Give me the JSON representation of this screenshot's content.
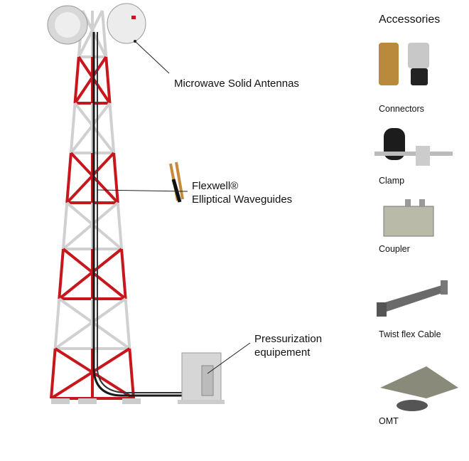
{
  "labels": {
    "antennas": "Microwave Solid Antennas",
    "waveguides_1": "Flexwell®",
    "waveguides_2": "Elliptical Waveguides",
    "pressurization_1": "Pressurization",
    "pressurization_2": "equipement"
  },
  "accessories": {
    "title": "Accessories",
    "items": [
      {
        "label": "Connectors"
      },
      {
        "label": "Clamp"
      },
      {
        "label": "Coupler"
      },
      {
        "label": "Twist flex Cable"
      },
      {
        "label": "OMT"
      }
    ]
  },
  "colors": {
    "red": "#c8161d",
    "white": "#e6e6e6",
    "cable": "#1a1a1a"
  }
}
